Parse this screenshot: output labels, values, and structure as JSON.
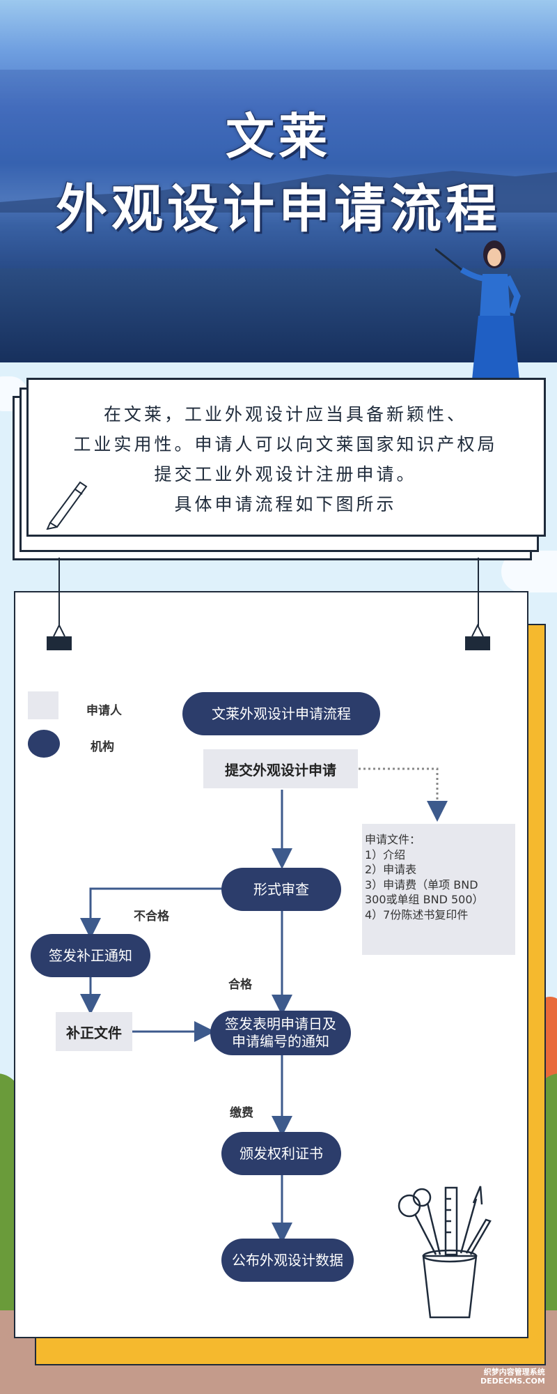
{
  "header": {
    "title_line1": "文莱",
    "title_line2": "外观设计申请流程"
  },
  "intro": {
    "lines": [
      "在文莱，工业外观设计应当具备新颖性、",
      "工业实用性。申请人可以向文莱国家知识产权局",
      "提交工业外观设计注册申请。",
      "具体申请流程如下图所示"
    ]
  },
  "legend": {
    "applicant": "申请人",
    "institution": "机构"
  },
  "flow": {
    "start": "文莱外观设计申请流程",
    "submit": "提交外观设计申请",
    "formal_exam": "形式审查",
    "fail_label": "不合格",
    "correction_notice": "签发补正通知",
    "correction_docs": "补正文件",
    "pass_label": "合格",
    "filing_notice_line1": "签发表明申请日及",
    "filing_notice_line2": "申请编号的通知",
    "fee_label": "缴费",
    "certificate": "颁发权利证书",
    "publish": "公布外观设计数据"
  },
  "documents": {
    "title": "申请文件：",
    "items": [
      "1）介绍",
      "2）申请表",
      "3）申请费（单项 BND",
      "300或单组 BND 500）",
      "4）7份陈述书复印件"
    ]
  },
  "colors": {
    "institution_fill": "#2c3d6b",
    "applicant_fill": "#e7e8ee",
    "paper_shadow": "#f5b92e"
  },
  "watermark": {
    "line1": "织梦内容管理系统",
    "line2": "DEDECMS.COM"
  }
}
